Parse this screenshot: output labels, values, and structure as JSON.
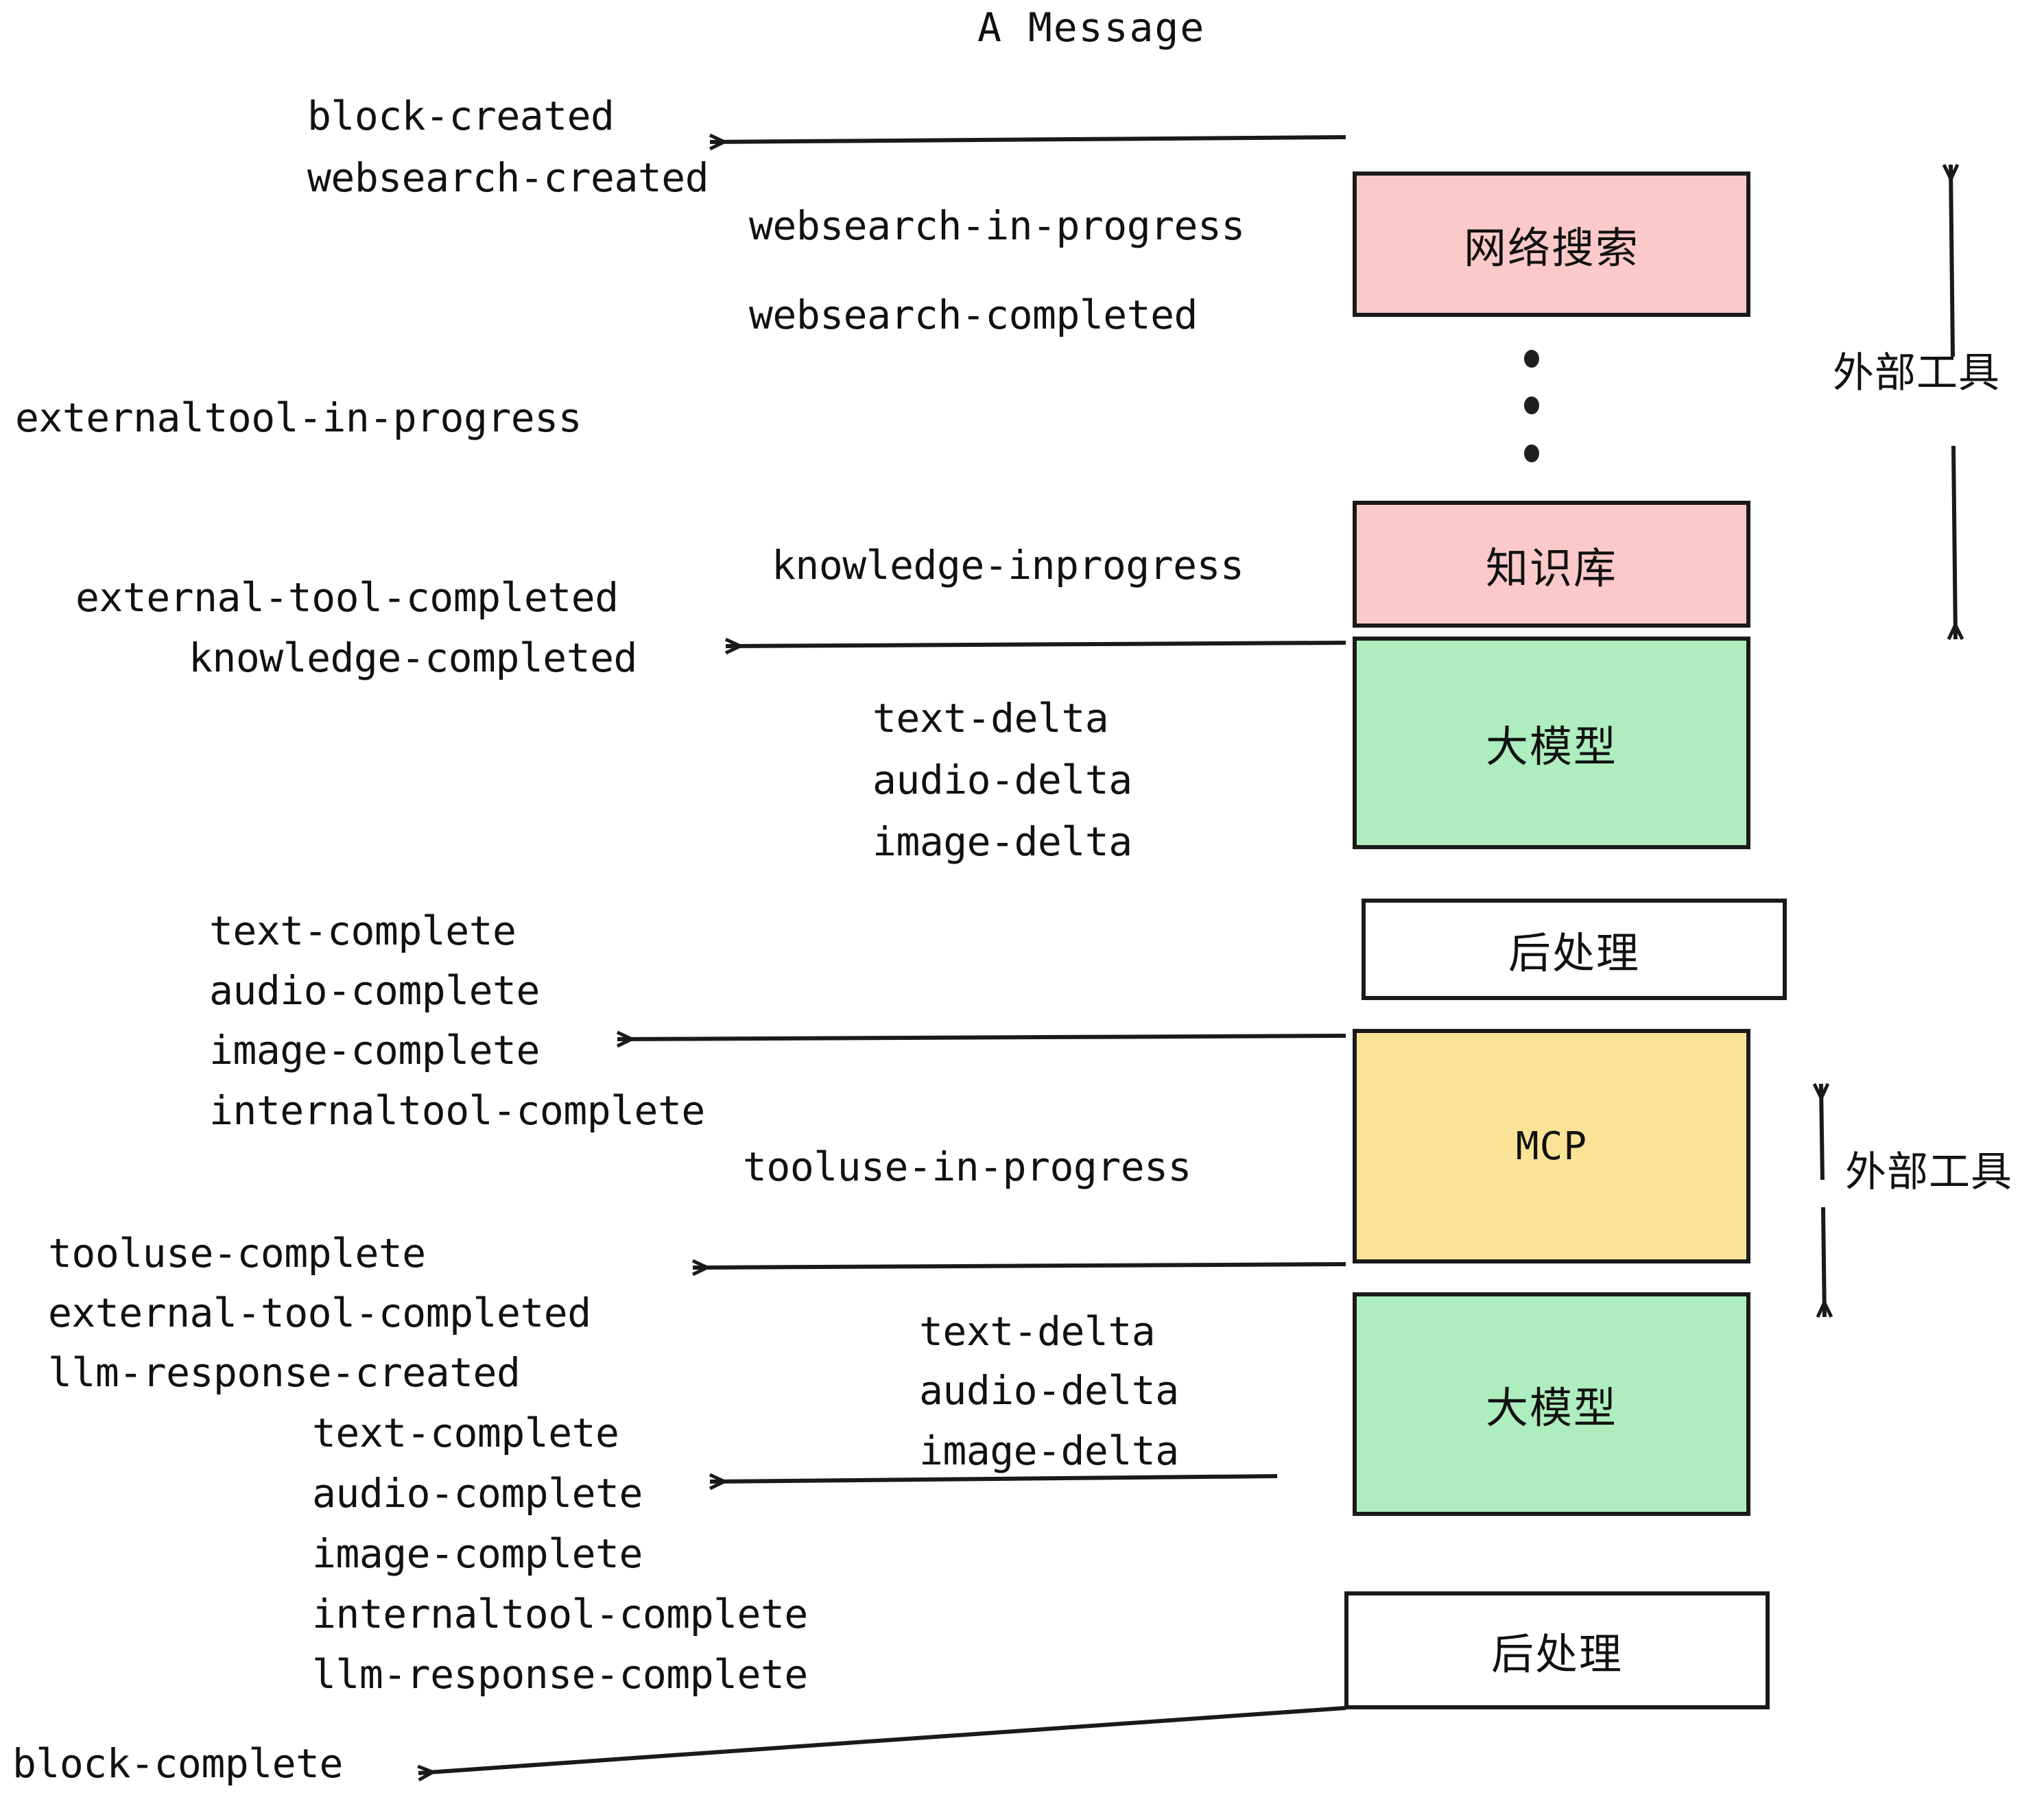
{
  "title": "A Message",
  "colors": {
    "pink": "#FBC9C9",
    "green": "#AEEDBE",
    "yellow": "#FAE396",
    "white": "#FFFFFF",
    "stroke": "#1a1a1a",
    "text": "#111111"
  },
  "nodes": [
    {
      "id": "websearch",
      "label": "网络搜索",
      "fill": "#FBC9C9"
    },
    {
      "id": "knowledge",
      "label": "知识库",
      "fill": "#FBC9C9"
    },
    {
      "id": "llm-top",
      "label": "大模型",
      "fill": "#AEEDBE"
    },
    {
      "id": "post-top",
      "label": "后处理",
      "fill": "#FFFFFF"
    },
    {
      "id": "mcp",
      "label": "MCP",
      "fill": "#FAE396"
    },
    {
      "id": "llm-bottom",
      "label": "大模型",
      "fill": "#AEEDBE"
    },
    {
      "id": "post-bottom",
      "label": "后处理",
      "fill": "#FFFFFF"
    }
  ],
  "side_labels": {
    "external_tools_top": "外部工具",
    "external_tools_bottom": "外部工具"
  },
  "events": {
    "block_created": "block-created",
    "websearch_created": "websearch-created",
    "websearch_in_progress": "websearch-in-progress",
    "websearch_completed": "websearch-completed",
    "externaltool_in_progress": "externaltool-in-progress",
    "knowledge_inprogress": "knowledge-inprogress",
    "external_tool_completed_1": "external-tool-completed",
    "knowledge_completed": "knowledge-completed",
    "text_delta_1": "text-delta",
    "audio_delta_1": "audio-delta",
    "image_delta_1": "image-delta",
    "text_complete_1": "text-complete",
    "audio_complete_1": "audio-complete",
    "image_complete_1": "image-complete",
    "internaltool_complete_1": "internaltool-complete",
    "tooluse_in_progress": "tooluse-in-progress",
    "tooluse_complete": "tooluse-complete",
    "external_tool_completed_2": "external-tool-completed",
    "llm_response_created": "llm-response-created",
    "text_delta_2": "text-delta",
    "audio_delta_2": "audio-delta",
    "image_delta_2": "image-delta",
    "text_complete_2": "text-complete",
    "audio_complete_2": "audio-complete",
    "image_complete_2": "image-complete",
    "internaltool_complete_2": "internaltool-complete",
    "llm_response_complete": "llm-response-complete",
    "block_complete": "block-complete"
  },
  "ellipsis_dots": 3
}
